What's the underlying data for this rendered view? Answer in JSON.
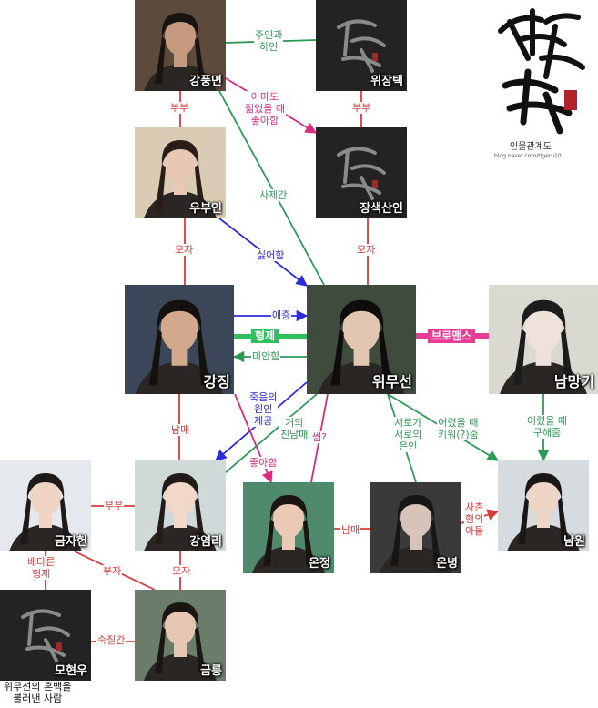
{
  "nodes": [
    {
      "id": "n1",
      "label": "강풍면",
      "kind": "person",
      "skin": "#c59a7e",
      "bg": "#5c4a3c",
      "hair": "#1a1410"
    },
    {
      "id": "n2",
      "label": "위장택",
      "kind": "poster"
    },
    {
      "id": "n3",
      "label": "우부인",
      "kind": "person",
      "skin": "#e8c8b4",
      "bg": "#d9cbb4",
      "hair": "#2a1d18"
    },
    {
      "id": "n4",
      "label": "장색산인",
      "kind": "poster"
    },
    {
      "id": "n5",
      "label": "강징",
      "kind": "person",
      "skin": "#d2a98c",
      "bg": "#3b4658",
      "hair": "#15110f"
    },
    {
      "id": "n6",
      "label": "위무선",
      "kind": "person",
      "skin": "#e3c6b2",
      "bg": "#3f4b3c",
      "hair": "#0f0d0c"
    },
    {
      "id": "n7",
      "label": "남망기",
      "kind": "person",
      "skin": "#efe2da",
      "bg": "#d9d9d2",
      "hair": "#1c1c1c"
    },
    {
      "id": "n8",
      "label": "금자헌",
      "kind": "person",
      "skin": "#efd3c3",
      "bg": "#e5e8ec",
      "hair": "#1e1a18"
    },
    {
      "id": "n9",
      "label": "강염리",
      "kind": "person",
      "skin": "#f2d8c8",
      "bg": "#cfd9d7",
      "hair": "#231b18"
    },
    {
      "id": "n10",
      "label": "온정",
      "kind": "person",
      "skin": "#ecc9b7",
      "bg": "#4e8a6b",
      "hair": "#1a1412"
    },
    {
      "id": "n11",
      "label": "온녕",
      "kind": "person",
      "skin": "#d8c3b8",
      "bg": "#3b3a3a",
      "hair": "#171515"
    },
    {
      "id": "n12",
      "label": "남원",
      "kind": "person",
      "skin": "#eed6c6",
      "bg": "#d6dbe0",
      "hair": "#1a1817"
    },
    {
      "id": "n13",
      "label": "모현우",
      "kind": "poster"
    },
    {
      "id": "n14",
      "label": "금릉",
      "kind": "person",
      "skin": "#e5c7b2",
      "bg": "#6b7c6a",
      "hair": "#1a1614"
    }
  ],
  "edges": [
    {
      "id": "e1",
      "label": "주인과\n하인",
      "color": "#2d9a54",
      "arrow": false
    },
    {
      "id": "e2",
      "label": "아마도\n젊었을 때\n좋아함",
      "color": "#d82a7f",
      "arrow": true
    },
    {
      "id": "e3",
      "label": "부부",
      "color": "#d73b3b",
      "arrow": false
    },
    {
      "id": "e4",
      "label": "부부",
      "color": "#d73b3b",
      "arrow": false
    },
    {
      "id": "e5",
      "label": "사제간",
      "color": "#2d9a54",
      "arrow": false
    },
    {
      "id": "e6",
      "label": "모자",
      "color": "#d73b3b",
      "arrow": false
    },
    {
      "id": "e7",
      "label": "싫어함",
      "color": "#2b2bd8",
      "arrow": true
    },
    {
      "id": "e8",
      "label": "모자",
      "color": "#d73b3b",
      "arrow": false
    },
    {
      "id": "e9",
      "label": "애증",
      "color": "#2b2bd8",
      "arrow": true
    },
    {
      "id": "e10",
      "label": "형제",
      "color": "#2fbf5f",
      "arrow": false
    },
    {
      "id": "e11",
      "label": "미안함",
      "color": "#2d9a54",
      "arrow": true
    },
    {
      "id": "e12",
      "label": "브로맨스",
      "color": "#e63c96",
      "arrow": false
    },
    {
      "id": "e13",
      "label": "남매",
      "color": "#d73b3b",
      "arrow": false
    },
    {
      "id": "e14",
      "label": "죽음의\n원인\n제공",
      "color": "#2b2bd8",
      "arrow": true
    },
    {
      "id": "e15",
      "label": "좋아함",
      "color": "#d82a7f",
      "arrow": true
    },
    {
      "id": "e16",
      "label": "거의\n친남매",
      "color": "#2d9a54",
      "arrow": false
    },
    {
      "id": "e17",
      "label": "썸?",
      "color": "#d82a7f",
      "arrow": false
    },
    {
      "id": "e18",
      "label": "서로가\n서로의\n은인",
      "color": "#2d9a54",
      "arrow": false
    },
    {
      "id": "e19",
      "label": "어렸을 때\n키워(?)줌",
      "color": "#2d9a54",
      "arrow": true
    },
    {
      "id": "e20",
      "label": "어렸을 때\n구해줌",
      "color": "#2d9a54",
      "arrow": true
    },
    {
      "id": "e21",
      "label": "부부",
      "color": "#d73b3b",
      "arrow": false
    },
    {
      "id": "e22",
      "label": "남매",
      "color": "#d73b3b",
      "arrow": false
    },
    {
      "id": "e23",
      "label": "사촌\n형의\n아들",
      "color": "#d73b3b",
      "arrow": true
    },
    {
      "id": "e24",
      "label": "배다른\n형제",
      "color": "#d73b3b",
      "arrow": false
    },
    {
      "id": "e25",
      "label": "부자",
      "color": "#d73b3b",
      "arrow": false
    },
    {
      "id": "e26",
      "label": "모자",
      "color": "#d73b3b",
      "arrow": false
    },
    {
      "id": "e27",
      "label": "숙질간",
      "color": "#d73b3b",
      "arrow": false
    }
  ],
  "note": "위무선의 혼백을\n불러낸 사람",
  "logo": {
    "credit": "인물관계도",
    "url": "blog.naver.com/tigeru10"
  }
}
